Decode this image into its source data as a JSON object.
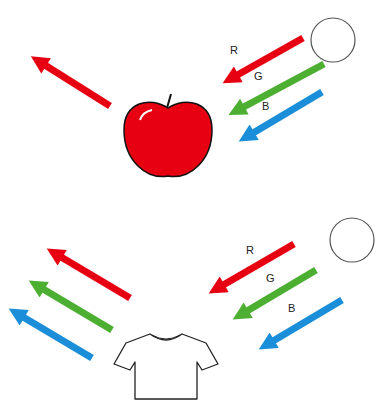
{
  "diagram": {
    "labels": [
      "R",
      "G",
      "B",
      "R",
      "G",
      "B"
    ]
  }
}
